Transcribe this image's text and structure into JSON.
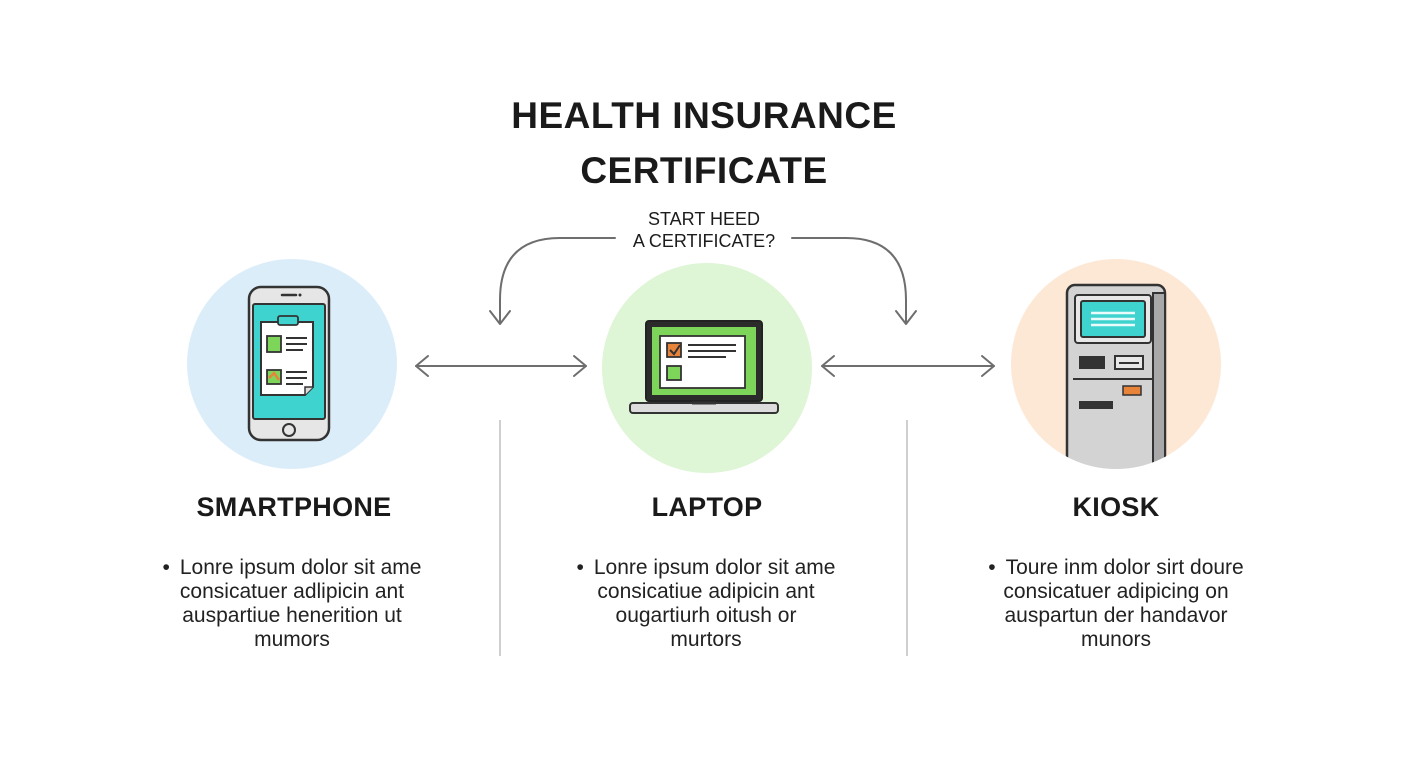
{
  "title": {
    "line1": "HEALTH INSURANCE",
    "line2": "CERTIFICATE"
  },
  "prompt": {
    "line1": "START HEED",
    "line2": "A CERTIFICATE?"
  },
  "colors": {
    "smartphone_bg": "#dcedfa",
    "laptop_bg": "#def5d6",
    "kiosk_bg": "#fde8d6",
    "connector": "#6e6e6e",
    "screen_teal": "#3fd3d0",
    "screen_green": "#7dd65a",
    "accent_orange": "#e8833a"
  },
  "nodes": [
    {
      "id": "smartphone",
      "icon": "smartphone-icon",
      "label": "SMARTPHONE",
      "desc": [
        "Lonre ipsum dolor sit ame",
        "consicatuer adlipicin ant",
        "auspartiue henerition ut",
        "mumors"
      ]
    },
    {
      "id": "laptop",
      "icon": "laptop-icon",
      "label": "LAPTOP",
      "desc": [
        "Lonre ipsum dolor sit ame",
        "consicatiue adipicin ant",
        "ougartiurh oitush or",
        "murtors"
      ]
    },
    {
      "id": "kiosk",
      "icon": "kiosk-icon",
      "label": "KIOSK",
      "desc": [
        "Toure inm dolor sirt doure",
        "consicatuer adipicing on",
        "auspartun der handavor",
        "munors"
      ]
    }
  ]
}
